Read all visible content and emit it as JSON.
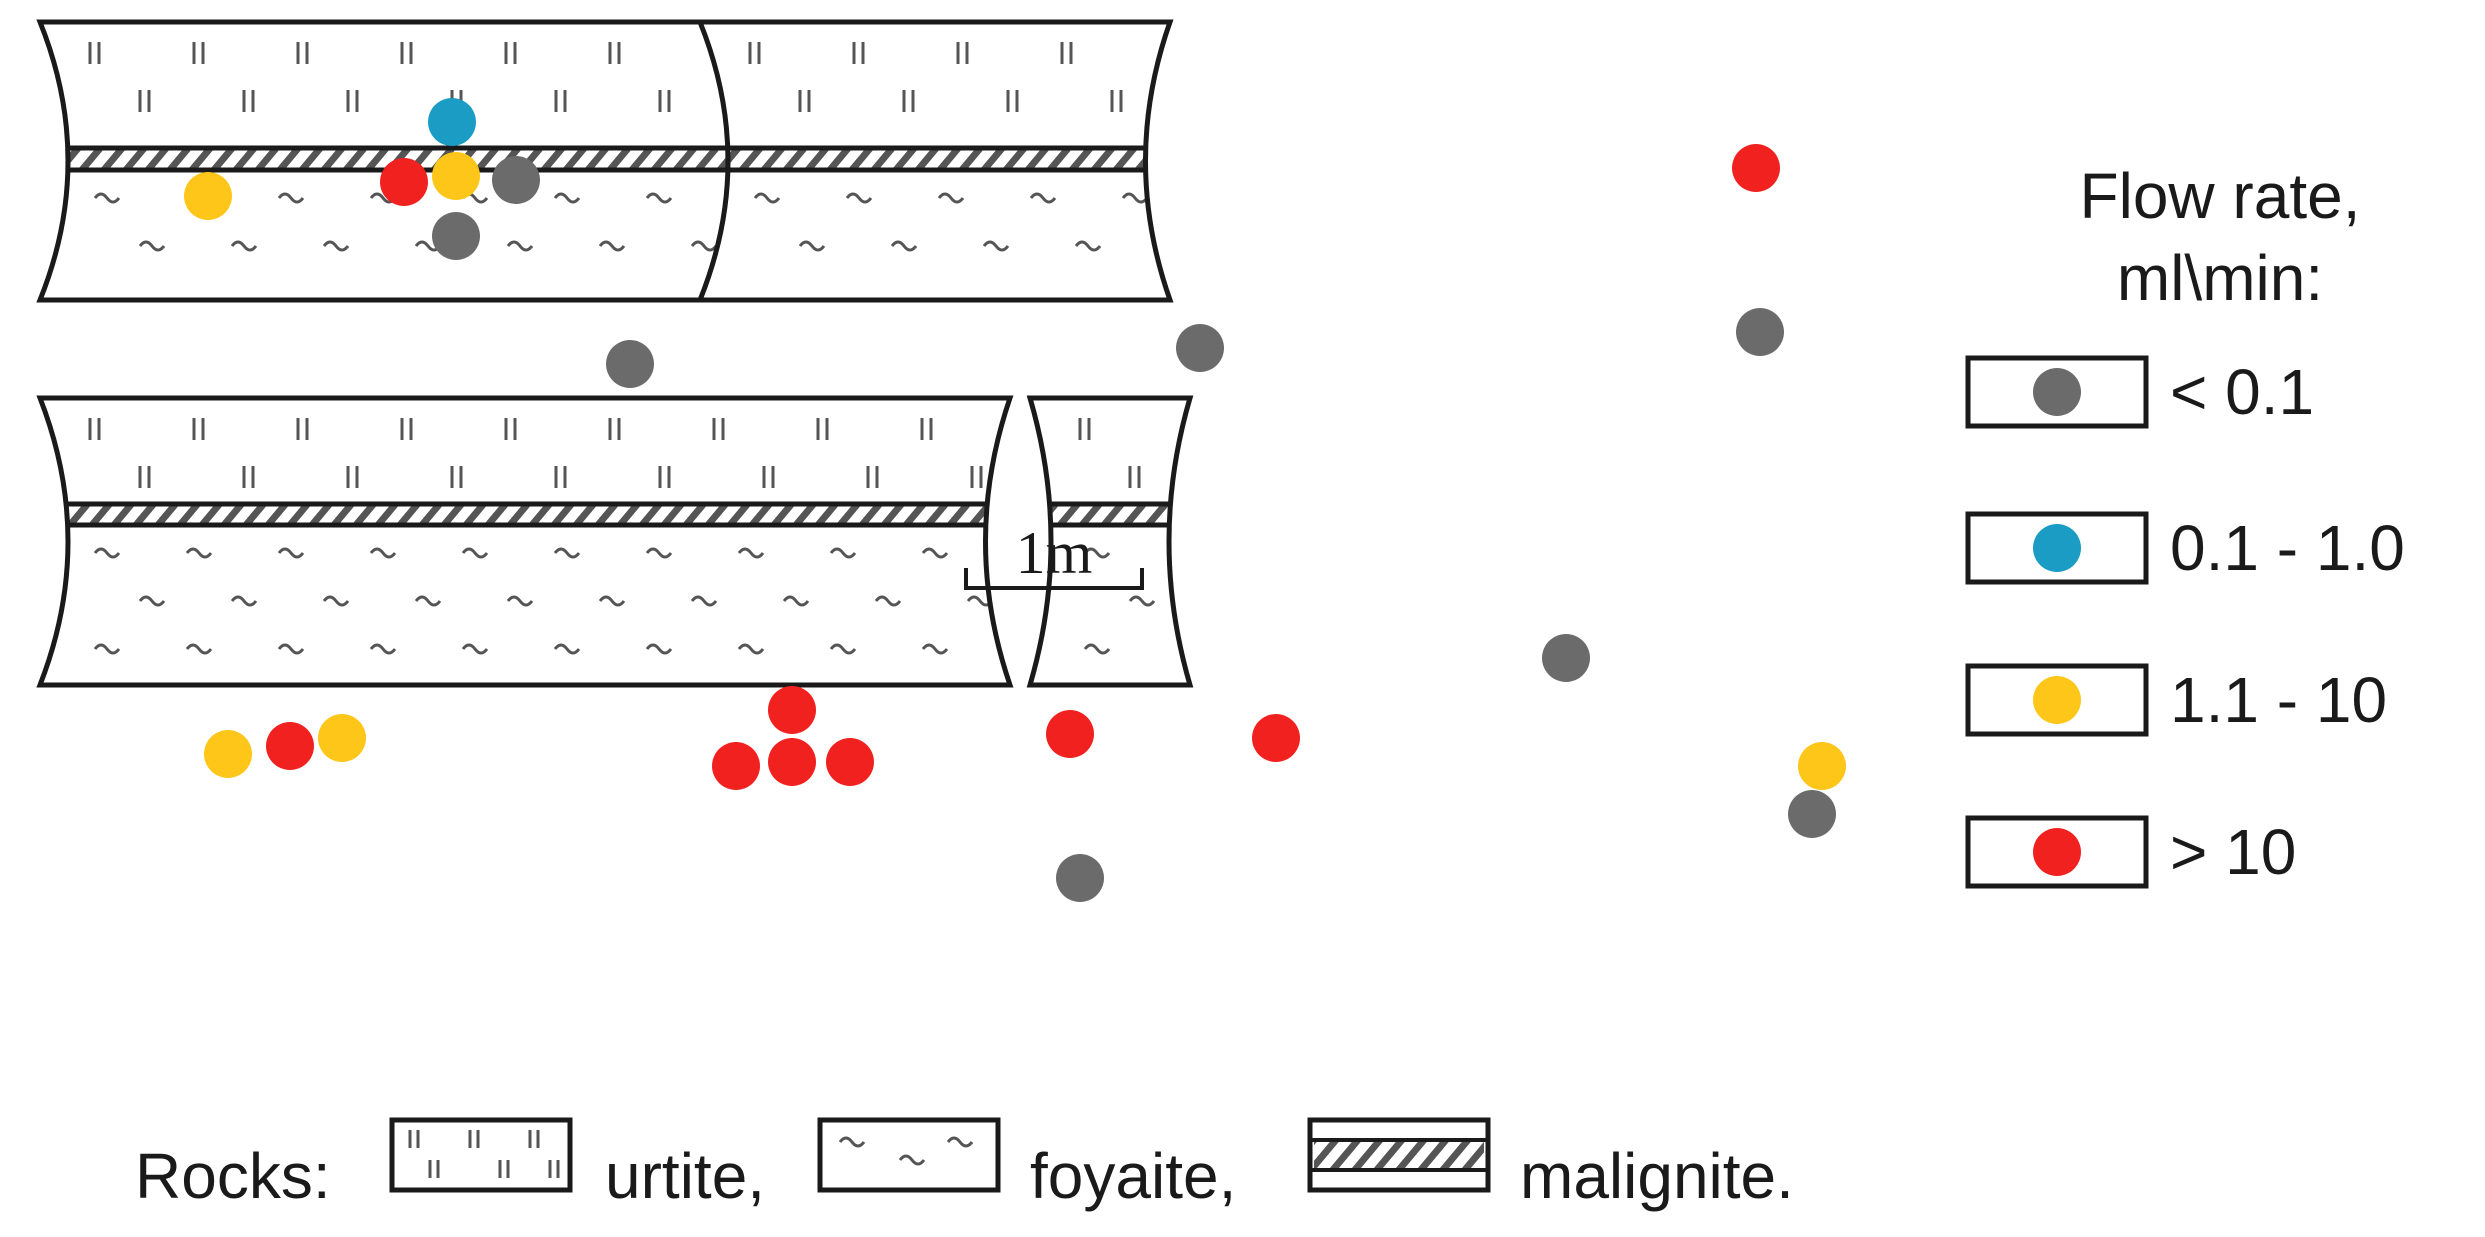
{
  "legend": {
    "title_line1": "Flow rate,",
    "title_line2": "ml\\min:",
    "items": [
      {
        "label": "< 0.1",
        "color": "#6b6b6b"
      },
      {
        "label": "0.1 - 1.0",
        "color": "#1a9cc4"
      },
      {
        "label": "1.1 - 10",
        "color": "#ffc61a"
      },
      {
        "label": "> 10",
        "color": "#f0211f"
      }
    ]
  },
  "scale_bar": {
    "label": "1m"
  },
  "rocks_legend": {
    "prefix": "Rocks:",
    "items": [
      {
        "name": "urtite",
        "label": "urtite,"
      },
      {
        "name": "foyaite",
        "label": "foyaite,"
      },
      {
        "name": "malignite",
        "label": "malignite."
      }
    ]
  },
  "colors": {
    "outline": "#1a1a1a",
    "hatch": "#555555",
    "gray": "#6b6b6b",
    "blue": "#1a9cc4",
    "yellow": "#ffc61a",
    "red": "#f0211f"
  },
  "flow_points": [
    {
      "section": "top-left",
      "class": "1.1 - 10",
      "color": "yellow"
    },
    {
      "section": "top-left",
      "class": "0.1 - 1.0",
      "color": "blue"
    },
    {
      "section": "top-left",
      "class": "> 10",
      "color": "red"
    },
    {
      "section": "top-left",
      "class": "1.1 - 10",
      "color": "yellow"
    },
    {
      "section": "top-left",
      "class": "< 0.1",
      "color": "gray"
    },
    {
      "section": "top-left",
      "class": "< 0.1",
      "color": "gray"
    },
    {
      "section": "top-left",
      "class": "< 0.1",
      "color": "gray"
    },
    {
      "section": "top-right",
      "class": "> 10",
      "color": "red"
    },
    {
      "section": "top-right",
      "class": "< 0.1",
      "color": "gray"
    },
    {
      "section": "top-right",
      "class": "< 0.1",
      "color": "gray"
    },
    {
      "section": "bottom-left",
      "class": "1.1 - 10",
      "color": "yellow"
    },
    {
      "section": "bottom-left",
      "class": "> 10",
      "color": "red"
    },
    {
      "section": "bottom-left",
      "class": "1.1 - 10",
      "color": "yellow"
    },
    {
      "section": "bottom-left",
      "class": "> 10",
      "color": "red"
    },
    {
      "section": "bottom-left",
      "class": "> 10",
      "color": "red"
    },
    {
      "section": "bottom-left",
      "class": "> 10",
      "color": "red"
    },
    {
      "section": "bottom-left",
      "class": "> 10",
      "color": "red"
    },
    {
      "section": "bottom-left",
      "class": "> 10",
      "color": "red"
    },
    {
      "section": "bottom-left",
      "class": "> 10",
      "color": "red"
    },
    {
      "section": "bottom-left",
      "class": "< 0.1",
      "color": "gray"
    },
    {
      "section": "bottom-left",
      "class": "< 0.1",
      "color": "gray"
    },
    {
      "section": "bottom-right",
      "class": "1.1 - 10",
      "color": "yellow"
    },
    {
      "section": "bottom-right",
      "class": "< 0.1",
      "color": "gray"
    }
  ]
}
